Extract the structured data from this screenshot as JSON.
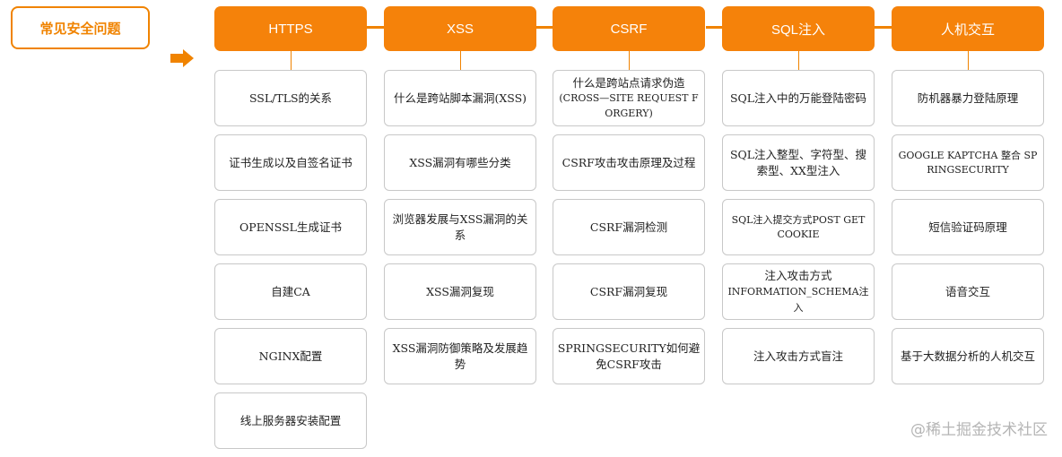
{
  "title": "常见安全问题",
  "watermark": "@稀土掘金技术社区",
  "colors": {
    "accent": "#f08300",
    "header_bg": "#f5820a",
    "item_border": "#c8c8c8"
  },
  "columns": [
    {
      "header": "HTTPS",
      "items": [
        "SSL/TLS的关系",
        "证书生成以及自签名证书",
        "OPENSSL生成证书",
        "自建CA",
        "NGINX配置",
        "线上服务器安装配置"
      ]
    },
    {
      "header": "XSS",
      "items": [
        "什么是跨站脚本漏洞(XSS)",
        "XSS漏洞有哪些分类",
        "浏览器发展与XSS漏洞的关系",
        "XSS漏洞复现",
        "XSS漏洞防御策略及发展趋势"
      ]
    },
    {
      "header": "CSRF",
      "items": [
        "什么是跨站点请求伪造",
        "(CROSS—SITE REQUEST FORGERY)",
        "CSRF攻击攻击原理及过程",
        "CSRF漏洞检测",
        "CSRF漏洞复现",
        "SPRINGSECURITY如何避免CSRF攻击"
      ]
    },
    {
      "header": "SQL注入",
      "items": [
        "SQL注入中的万能登陆密码",
        "SQL注入整型、字符型、搜索型、XX型注入",
        "SQL注入提交方式POST GET COOKIE",
        "注入攻击方式",
        "INFORMATION_SCHEMA注入",
        "注入攻击方式盲注"
      ]
    },
    {
      "header": "人机交互",
      "items": [
        "防机器暴力登陆原理",
        "GOOGLE KAPTCHA 整合 SPRINGSECURITY",
        "短信验证码原理",
        "语音交互",
        "基于大数据分析的人机交互"
      ]
    }
  ]
}
